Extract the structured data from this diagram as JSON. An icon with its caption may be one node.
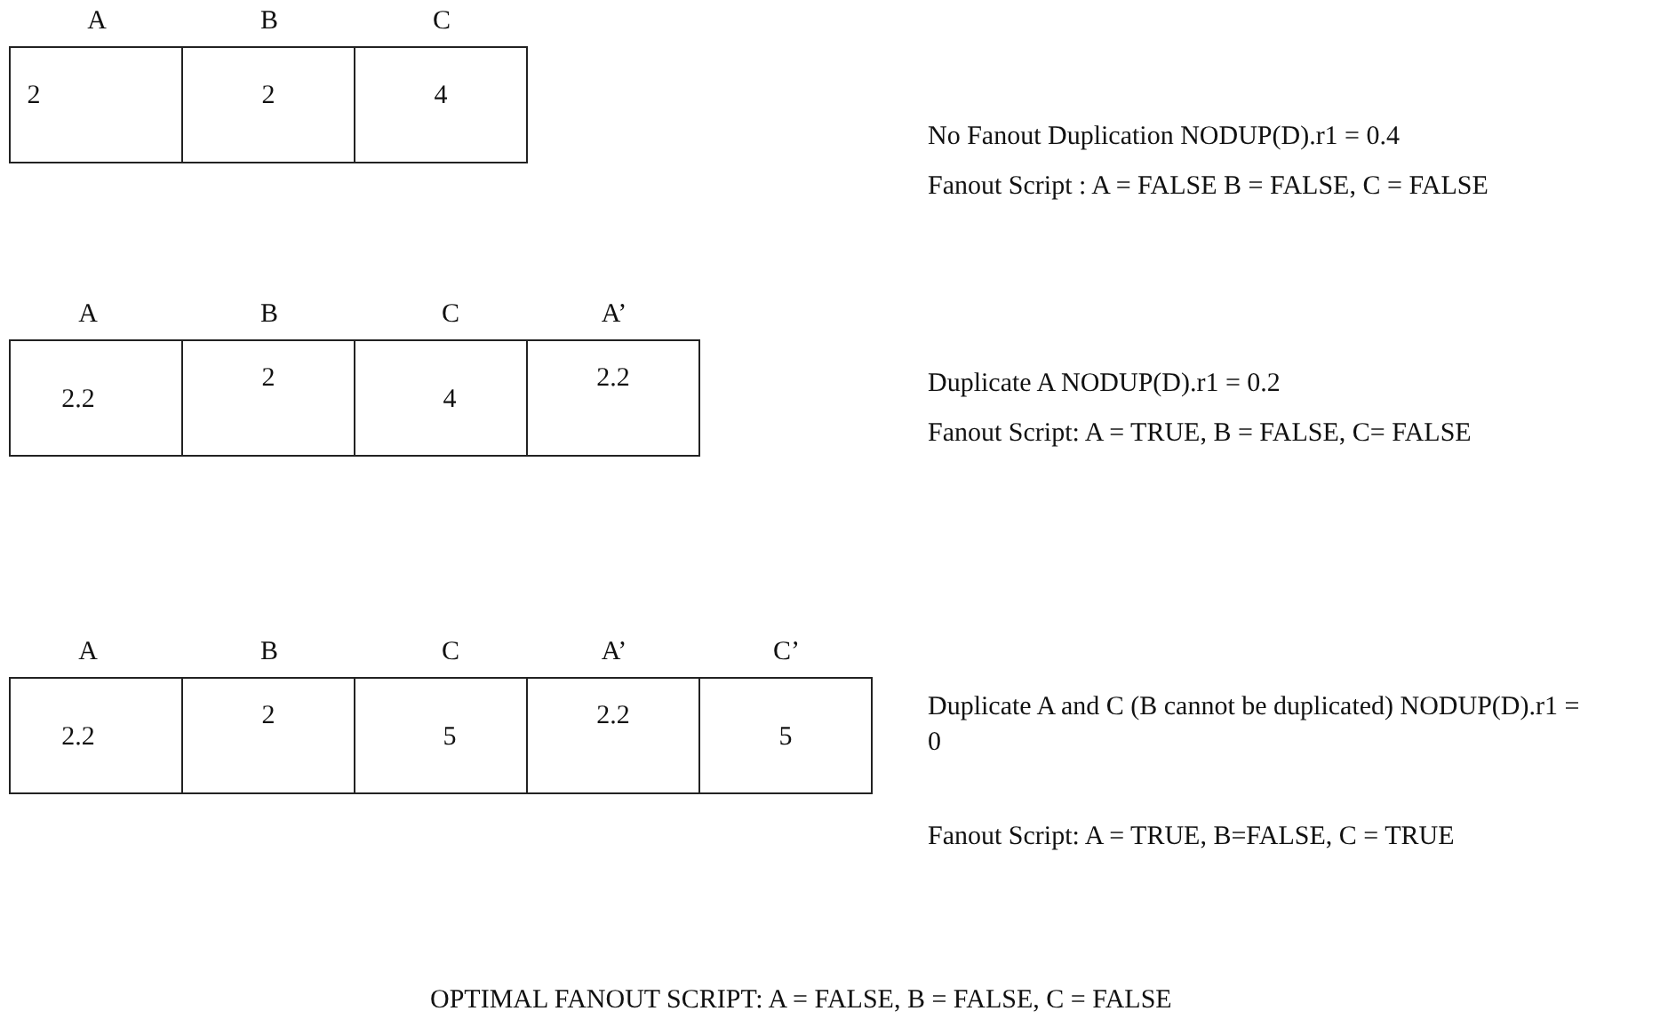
{
  "diagram": {
    "nodes": [
      {
        "text": [
          "A",
          "2"
        ]
      },
      {
        "text": [
          "B",
          "2"
        ]
      },
      {
        "text": [
          "C",
          "4"
        ]
      },
      {
        "text": [
          "A",
          "2.2"
        ]
      },
      {
        "text": [
          "B",
          "2"
        ]
      },
      {
        "text": [
          "C",
          "4"
        ]
      },
      {
        "text": [
          "A’",
          "2.2"
        ]
      },
      {
        "text": [
          "A",
          "2.2"
        ]
      },
      {
        "text": [
          "B",
          "2"
        ]
      },
      {
        "text": [
          "C",
          "5"
        ]
      },
      {
        "text": [
          "A’",
          "2.2"
        ]
      },
      {
        "text": [
          "C’",
          "5"
        ]
      }
    ],
    "edges": [],
    "labels": [
      "No Fanout Duplication NODUP(D).r1 = 0.4",
      "Fanout Script : A = FALSE B = FALSE, C = FALSE",
      "Duplicate A NODUP(D).r1 = 0.2",
      "Fanout Script: A = TRUE, B = FALSE, C= FALSE",
      "Duplicate A and C (B cannot be duplicated) NODUP(D).r1 = 0",
      "Fanout Script: A = TRUE, B=FALSE, C = TRUE",
      "OPTIMAL FANOUT SCRIPT: A = FALSE, B = FALSE, C = FALSE"
    ]
  }
}
